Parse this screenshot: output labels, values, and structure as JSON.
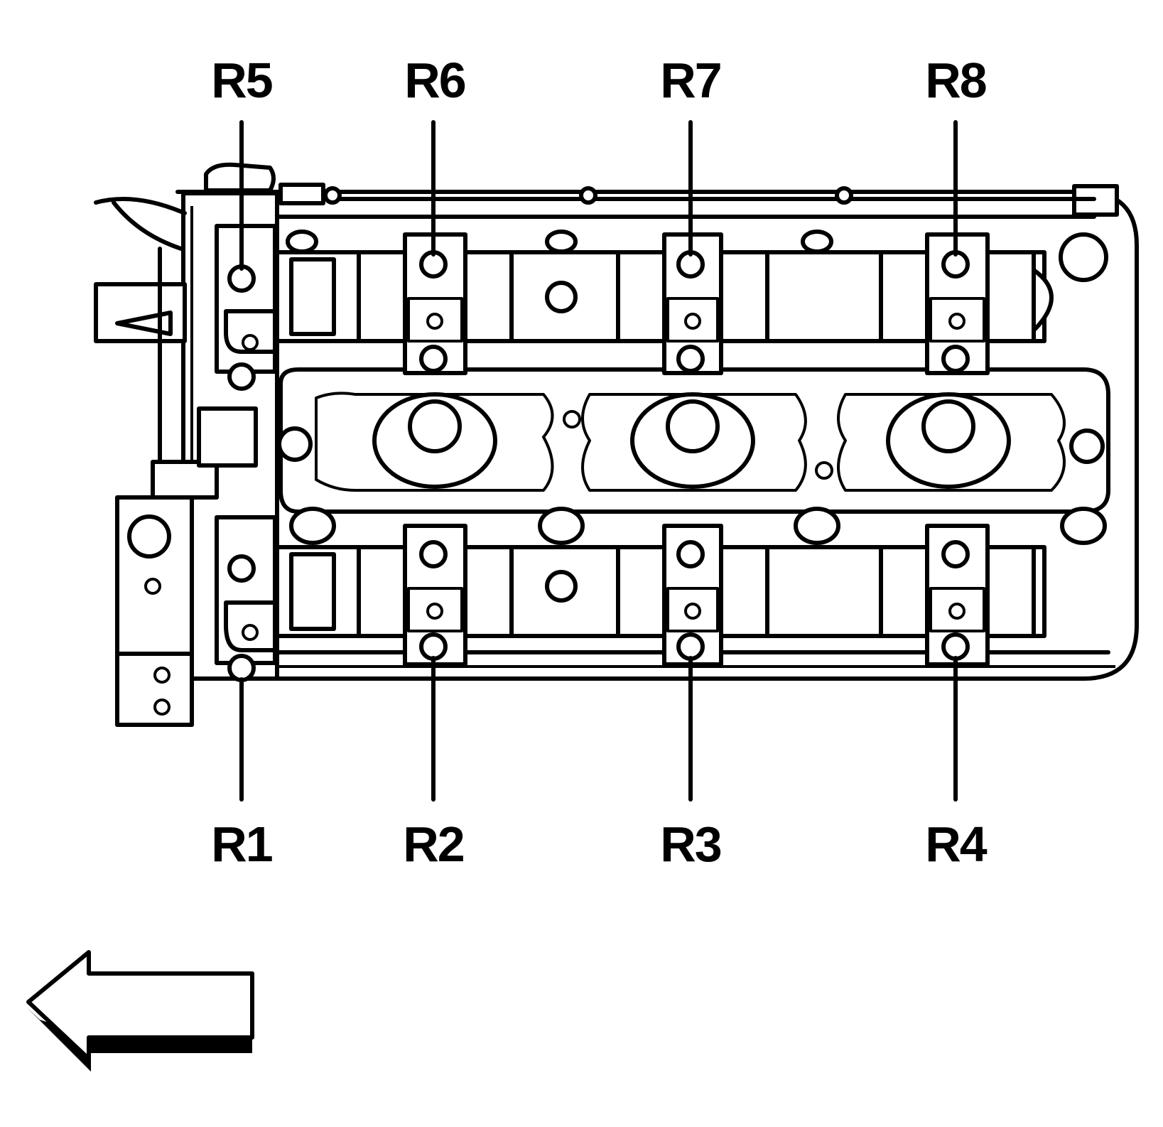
{
  "callouts": {
    "r1": "R1",
    "r2": "R2",
    "r3": "R3",
    "r4": "R4",
    "r5": "R5",
    "r6": "R6",
    "r7": "R7",
    "r8": "R8"
  },
  "icons": {
    "direction_arrow": "left-arrow-icon"
  }
}
